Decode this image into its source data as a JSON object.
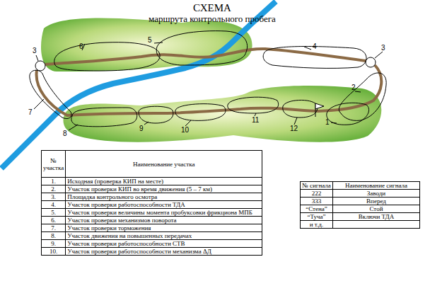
{
  "diagram": {
    "title": "СХЕМА",
    "labels": [
      "маршрута контрольного пробега",
      "3",
      "6",
      "5",
      "4",
      "3",
      "2",
      "7",
      "8",
      "9",
      "10",
      "11",
      "12",
      "1",
      "№ участка",
      "Наименование участка",
      "1.",
      "Исходная (проверка КИП на месте)",
      "2.",
      "Участок проверки КИП во время движения (5 – 7 км)",
      "3.",
      "Площадка контрольного осмотра",
      "4.",
      "Участок проверки работоспособности ТДА",
      "5.",
      "Участок проверки величины момента пробуксовки фрикциона МПБ",
      "6.",
      "Участок проверки механизмов поворота",
      "7.",
      "Участок проверки торможения",
      "8.",
      "Участок движения на повышенных передачах",
      "9.",
      "Участок проверки работоспособности СТВ",
      "10.",
      "Участок проверки работоспособности механизма ΔД",
      "№ сигнала",
      "Наименование сигнала",
      "222",
      "Заводи",
      "333",
      "Вперед",
      "“Стена”",
      "Стой",
      "“Туча”",
      "Включи ТДА",
      "и т.д."
    ]
  }
}
